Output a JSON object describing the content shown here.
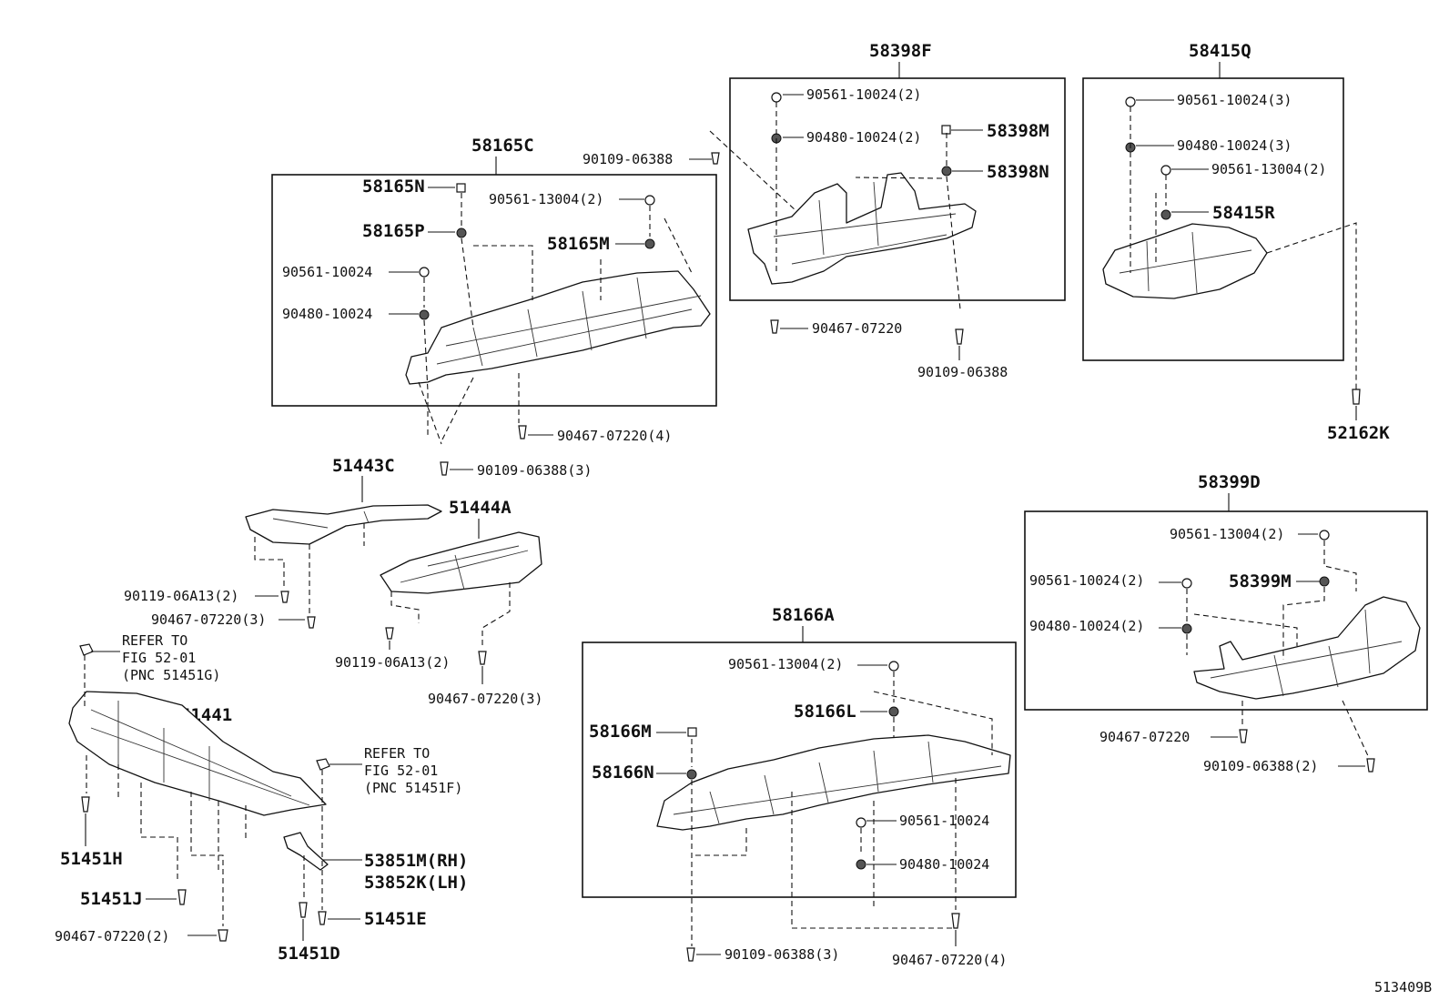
{
  "diagram_id": "513409B",
  "groups": {
    "g58398F": {
      "title": "58398F",
      "items": [
        "90561-10024(2)",
        "90480-10024(2)",
        "58398M",
        "58398N"
      ]
    },
    "g58415Q": {
      "title": "58415Q",
      "items": [
        "90561-10024(3)",
        "90480-10024(3)",
        "90561-13004(2)",
        "58415R"
      ]
    },
    "g58165C": {
      "title": "58165C",
      "items": [
        "58165N",
        "58165P",
        "90561-13004(2)",
        "58165M",
        "90561-10024",
        "90480-10024"
      ]
    },
    "g58399D": {
      "title": "58399D",
      "items": [
        "90561-13004(2)",
        "90561-10024(2)",
        "58399M",
        "90480-10024(2)"
      ]
    },
    "g58166A": {
      "title": "58166A",
      "items": [
        "90561-13004(2)",
        "58166L",
        "58166M",
        "58166N",
        "90561-10024",
        "90480-10024"
      ]
    }
  },
  "loose": {
    "p90109_06388_top": "90109-06388",
    "p90467_07220_a": "90467-07220",
    "p90109_06388_b": "90109-06388",
    "p52162K": "52162K",
    "p90467_07220_4a": "90467-07220(4)",
    "p90109_06388_3a": "90109-06388(3)",
    "p51443C": "51443C",
    "p51444A": "51444A",
    "p90119_06A13_2a": "90119-06A13(2)",
    "p90467_07220_3a": "90467-07220(3)",
    "p90119_06A13_2b": "90119-06A13(2)",
    "p90467_07220_3b": "90467-07220(3)",
    "p51441": "51441",
    "p51451H": "51451H",
    "p51451J": "51451J",
    "p90467_07220_2": "90467-07220(2)",
    "p51451D": "51451D",
    "p51451E": "51451E",
    "p53851M": "53851M(RH)",
    "p53852K": "53852K(LH)",
    "p90467_07220_d": "90467-07220",
    "p90109_06388_2": "90109-06388(2)",
    "p90109_06388_3b": "90109-06388(3)",
    "p90467_07220_4b": "90467-07220(4)"
  },
  "refer_a": [
    "REFER TO",
    "FIG 52-01",
    "(PNC 51451G)"
  ],
  "refer_b": [
    "REFER TO",
    "FIG 52-01",
    "(PNC 51451F)"
  ]
}
